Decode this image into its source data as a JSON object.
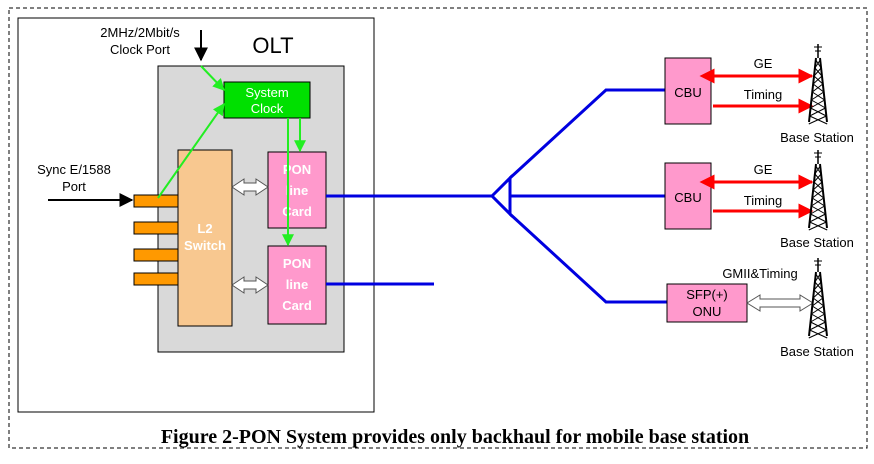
{
  "colors": {
    "frame": "#000000",
    "olt_fill": "#d9d9d9",
    "clock_fill": "#00e000",
    "card_fill": "#ff99cc",
    "switch_fill": "#f8c890",
    "port_fill": "#ff9900",
    "fiber": "#0000e0",
    "clock_line": "#22ee22",
    "ge_arrow": "#ff0000"
  },
  "icons": [
    "base-station-icon"
  ],
  "labels": {
    "clock_port": [
      "2MHz/2Mbit/s",
      "Clock Port"
    ],
    "olt": "OLT",
    "system_clock": [
      "System",
      "Clock"
    ],
    "sync_port": [
      "Sync E/1588",
      "Port"
    ],
    "l2_switch": [
      "L2",
      "Switch"
    ],
    "pon_card": [
      "PON",
      "line",
      "Card"
    ],
    "cbu": "CBU",
    "ge": "GE",
    "timing": "Timing",
    "gmii": "GMII&Timing",
    "onu": [
      "SFP(+)",
      "ONU"
    ],
    "base_station": "Base Station",
    "caption": "Figure 2-PON System provides only backhaul for mobile base station"
  }
}
